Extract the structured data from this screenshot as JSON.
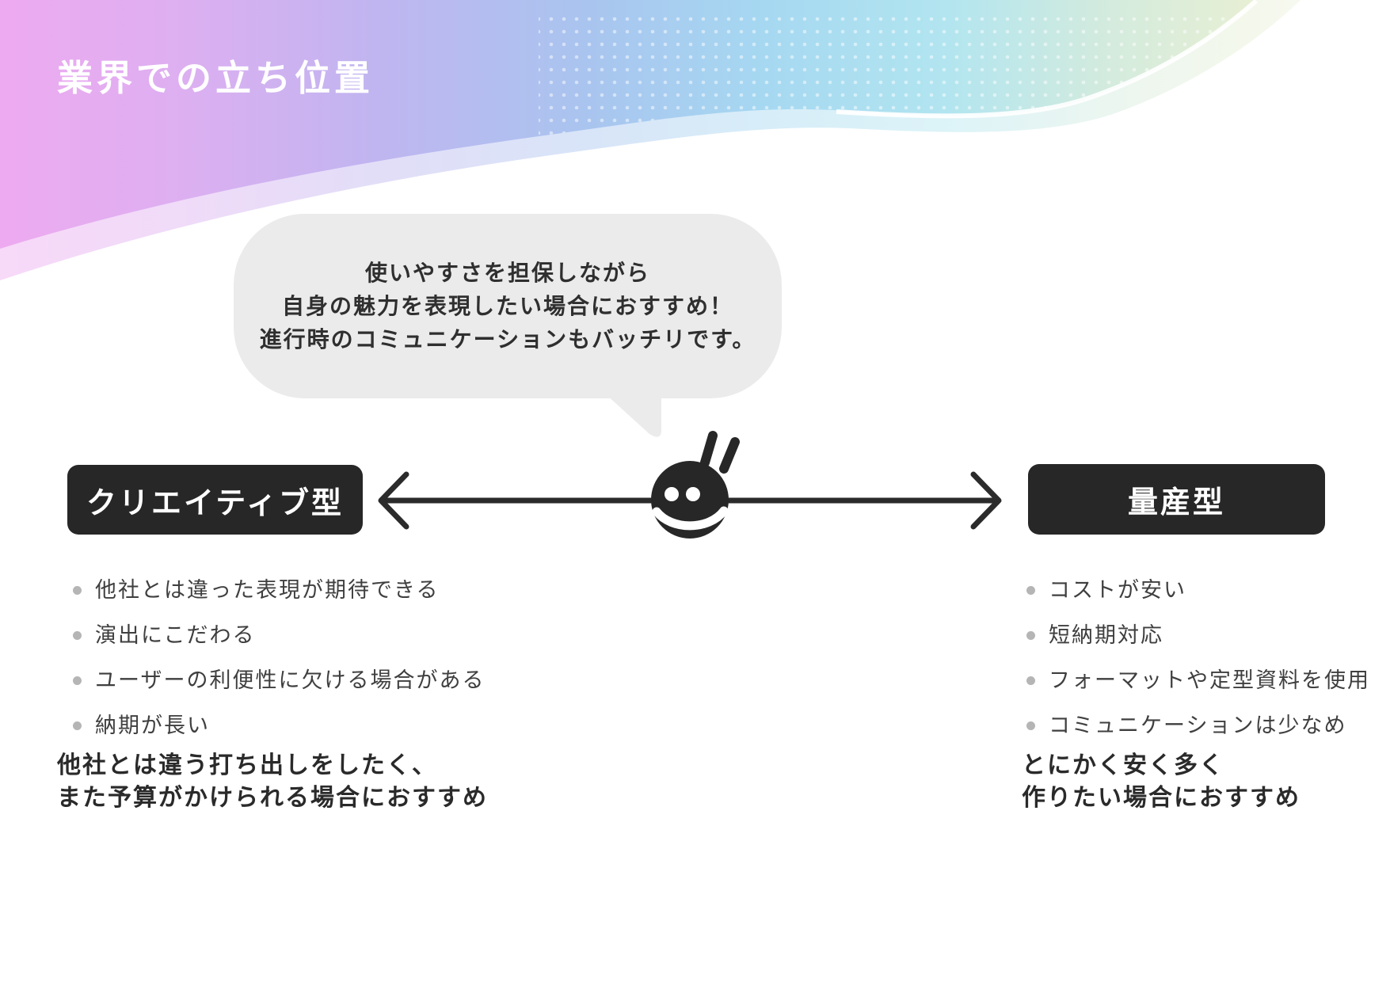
{
  "slide": {
    "title": "業界での立ち位置",
    "speech_bubble": {
      "lines": [
        "使いやすさを担保しながら",
        "自身の魅力を表現したい場合におすすめ！",
        "進行時のコミュニケーションもバッチリです。"
      ]
    },
    "axis": {
      "left_label": "クリエイティブ型",
      "right_label": "量産型"
    },
    "left_panel": {
      "bullets": [
        "他社とは違った表現が期待できる",
        "演出にこだわる",
        "ユーザーの利便性に欠ける場合がある",
        "納期が長い"
      ],
      "summary_lines": [
        "他社とは違う打ち出しをしたく、",
        "また予算がかけられる場合におすすめ"
      ]
    },
    "right_panel": {
      "bullets": [
        "コストが安い",
        "短納期対応",
        "フォーマットや定型資料を使用",
        "コミュニケーションは少なめ"
      ],
      "summary_lines": [
        "とにかく安く多く",
        "作りたい場合におすすめ"
      ]
    },
    "icons": {
      "mascot": "smiley-face-icon",
      "bubble_tail": "speech-bubble-tail-icon",
      "axis_arrow": "double-headed-arrow-icon",
      "bullet": "bullet-dot-icon"
    },
    "colors": {
      "label_box_bg": "#272727",
      "bubble_bg": "#ebebeb",
      "arrow": "#2b2b2b",
      "bullet_dot": "#b5b5b5",
      "body_text": "#3f3f3f",
      "summary_text": "#2a2a2a",
      "header_gradient": [
        "#eeaaf0",
        "#ddaff1",
        "#c0b5f0",
        "#a9c4ef",
        "#a6d8f1",
        "#b2e5f0",
        "#d4ebdd",
        "#e7efd4",
        "#f5f7ec"
      ]
    }
  }
}
